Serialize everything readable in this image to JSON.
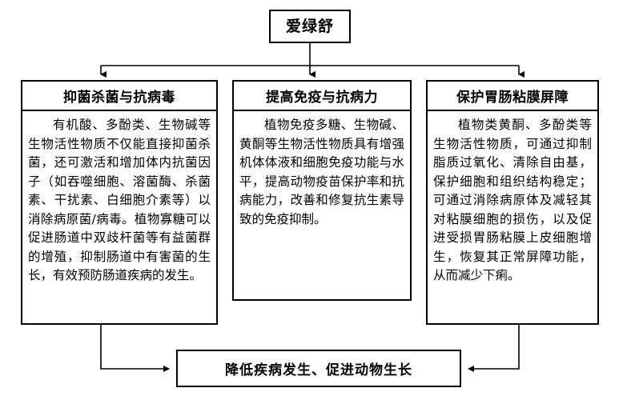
{
  "diagram": {
    "type": "flowchart",
    "root": {
      "label": "爱绿舒"
    },
    "branches": [
      {
        "header": "抑菌杀菌与抗病毒",
        "body": "有机酸、多酚类、生物碱等生物活性物质不仅能直接抑菌杀菌，还可激活和增加体内抗菌因子（如吞噬细胞、溶菌酶、杀菌素、干扰素、白细胞介素等）以消除病原菌/病毒。植物寡糖可以促进肠道中双歧杆菌等有益菌群的增殖，抑制肠道中有害菌的生长，有效预防肠道疾病的发生。"
      },
      {
        "header": "提高免疫与抗病力",
        "body": "植物免疫多糖、生物碱、黄酮等生物活性物质具有增强机体体液和细胞免疫功能与水平，提高动物疫苗保护率和抗病能力，改善和修复抗生素导致的免疫抑制。"
      },
      {
        "header": "保护胃肠粘膜屏障",
        "body": "植物类黄酮、多酚类等生物活性物质，可通过抑制脂质过氧化、清除自由基，保护细胞和组织结构稳定；可通过消除病原体及减轻其对粘膜细胞的损伤，以及促进受损胃肠粘膜上皮细胞增生，恢复其正常屏障功能，从而减少下痢。"
      }
    ],
    "outcome": {
      "label": "降低疾病发生、促进动物生长"
    },
    "colors": {
      "stroke": "#000000",
      "fill": "#ffffff",
      "text": "#000000"
    }
  }
}
